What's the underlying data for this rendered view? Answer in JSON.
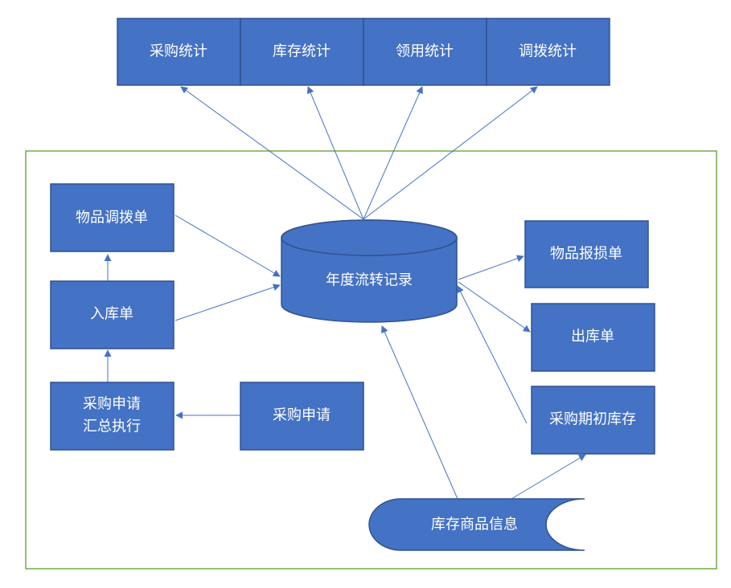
{
  "colors": {
    "box_fill": "#4472C4",
    "box_border": "#2F528F",
    "arrow": "#4472C4",
    "frame_border": "#70AD47",
    "text": "#FFFFFF"
  },
  "top_row": {
    "caigou_tongji": "采购统计",
    "kucun_tongji": "库存统计",
    "lingyong_tongji": "领用统计",
    "diaobo_tongji": "调拨统计"
  },
  "left_column": {
    "wupin_diaobodan": "物品调拨单",
    "rukudan": "入库单",
    "caigou_shenqing_huizong_line1": "采购申请",
    "caigou_shenqing_huizong_line2": "汇总执行"
  },
  "center": {
    "caigou_shenqing": "采购申请",
    "niandu_liuzhuan_jilu": "年度流转记录",
    "kucun_shangpin_xinxi": "库存商品信息"
  },
  "right_column": {
    "wupin_baosundan": "物品报损单",
    "chukudan": "出库单",
    "caigou_qichu_kucun": "采购期初库存"
  }
}
